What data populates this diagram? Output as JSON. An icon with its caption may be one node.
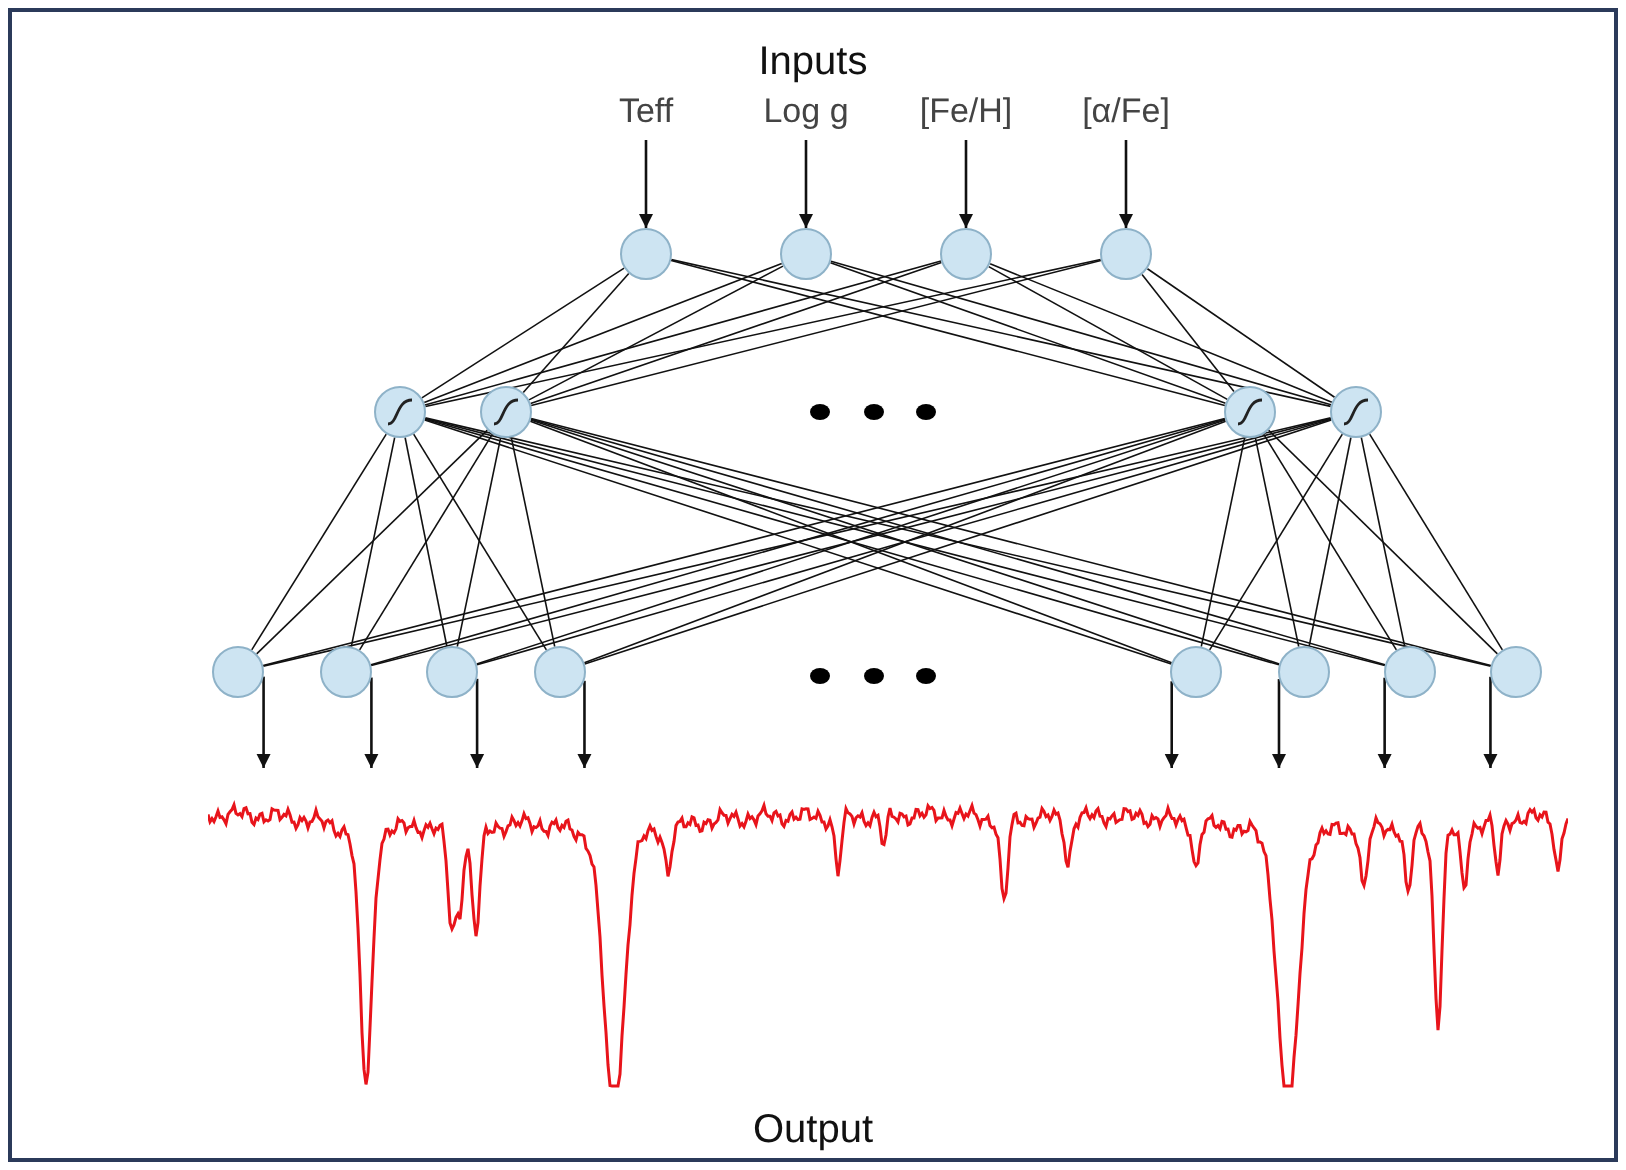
{
  "diagram": {
    "title": "Inputs",
    "caption": "Output",
    "nodes": [
      {
        "text": [
          "Teff"
        ]
      },
      {
        "text": [
          "Log g"
        ]
      },
      {
        "text": [
          "[Fe/H]"
        ]
      },
      {
        "text": [
          "[α/Fe]"
        ]
      },
      {
        "text": [],
        "shape": "circle"
      },
      {
        "text": [],
        "shape": "circle"
      },
      {
        "text": [],
        "shape": "circle"
      },
      {
        "text": [],
        "shape": "circle"
      },
      {
        "text": [],
        "shape": "circle"
      },
      {
        "text": [],
        "shape": "circle"
      },
      {
        "text": [],
        "shape": "circle"
      },
      {
        "text": [],
        "shape": "circle"
      },
      {
        "text": [],
        "shape": "circle"
      },
      {
        "text": [],
        "shape": "circle"
      },
      {
        "text": [],
        "shape": "circle"
      },
      {
        "text": [],
        "shape": "circle"
      },
      {
        "text": [],
        "shape": "circle"
      },
      {
        "text": [],
        "shape": "circle"
      },
      {
        "text": [],
        "shape": "circle"
      },
      {
        "text": [],
        "shape": "circle"
      },
      {
        "text": [],
        "shape": "picture"
      }
    ],
    "edges": [
      {
        "from": 0,
        "to": 4,
        "arrow": "to"
      },
      {
        "from": 1,
        "to": 5,
        "arrow": "to"
      },
      {
        "from": 2,
        "to": 6,
        "arrow": "to"
      },
      {
        "from": 3,
        "to": 7,
        "arrow": "to"
      },
      {
        "from": 4,
        "to": 8,
        "arrow": "none"
      },
      {
        "from": 4,
        "to": 9,
        "arrow": "none"
      },
      {
        "from": 4,
        "to": 10,
        "arrow": "none"
      },
      {
        "from": 4,
        "to": 11,
        "arrow": "none"
      },
      {
        "from": 5,
        "to": 8,
        "arrow": "none"
      },
      {
        "from": 5,
        "to": 9,
        "arrow": "none"
      },
      {
        "from": 5,
        "to": 10,
        "arrow": "none"
      },
      {
        "from": 5,
        "to": 11,
        "arrow": "none"
      },
      {
        "from": 6,
        "to": 8,
        "arrow": "none"
      },
      {
        "from": 6,
        "to": 9,
        "arrow": "none"
      },
      {
        "from": 6,
        "to": 10,
        "arrow": "none"
      },
      {
        "from": 6,
        "to": 11,
        "arrow": "none"
      },
      {
        "from": 7,
        "to": 8,
        "arrow": "none"
      },
      {
        "from": 7,
        "to": 9,
        "arrow": "none"
      },
      {
        "from": 7,
        "to": 10,
        "arrow": "none"
      },
      {
        "from": 7,
        "to": 11,
        "arrow": "none"
      },
      {
        "from": 8,
        "to": 12,
        "arrow": "none"
      },
      {
        "from": 8,
        "to": 13,
        "arrow": "none"
      },
      {
        "from": 8,
        "to": 14,
        "arrow": "none"
      },
      {
        "from": 8,
        "to": 15,
        "arrow": "none"
      },
      {
        "from": 8,
        "to": 16,
        "arrow": "none"
      },
      {
        "from": 8,
        "to": 17,
        "arrow": "none"
      },
      {
        "from": 8,
        "to": 18,
        "arrow": "none"
      },
      {
        "from": 8,
        "to": 19,
        "arrow": "none"
      },
      {
        "from": 9,
        "to": 12,
        "arrow": "none"
      },
      {
        "from": 9,
        "to": 13,
        "arrow": "none"
      },
      {
        "from": 9,
        "to": 14,
        "arrow": "none"
      },
      {
        "from": 9,
        "to": 15,
        "arrow": "none"
      },
      {
        "from": 9,
        "to": 16,
        "arrow": "none"
      },
      {
        "from": 9,
        "to": 17,
        "arrow": "none"
      },
      {
        "from": 9,
        "to": 18,
        "arrow": "none"
      },
      {
        "from": 9,
        "to": 19,
        "arrow": "none"
      },
      {
        "from": 10,
        "to": 12,
        "arrow": "none"
      },
      {
        "from": 10,
        "to": 13,
        "arrow": "none"
      },
      {
        "from": 10,
        "to": 14,
        "arrow": "none"
      },
      {
        "from": 10,
        "to": 15,
        "arrow": "none"
      },
      {
        "from": 10,
        "to": 16,
        "arrow": "none"
      },
      {
        "from": 10,
        "to": 17,
        "arrow": "none"
      },
      {
        "from": 10,
        "to": 18,
        "arrow": "none"
      },
      {
        "from": 10,
        "to": 19,
        "arrow": "none"
      },
      {
        "from": 11,
        "to": 12,
        "arrow": "none"
      },
      {
        "from": 11,
        "to": 13,
        "arrow": "none"
      },
      {
        "from": 11,
        "to": 14,
        "arrow": "none"
      },
      {
        "from": 11,
        "to": 15,
        "arrow": "none"
      },
      {
        "from": 11,
        "to": 16,
        "arrow": "none"
      },
      {
        "from": 11,
        "to": 17,
        "arrow": "none"
      },
      {
        "from": 11,
        "to": 18,
        "arrow": "none"
      },
      {
        "from": 11,
        "to": 19,
        "arrow": "none"
      },
      {
        "from": 12,
        "to": 20,
        "arrow": "to"
      },
      {
        "from": 13,
        "to": 20,
        "arrow": "to"
      },
      {
        "from": 14,
        "to": 20,
        "arrow": "to"
      },
      {
        "from": 15,
        "to": 20,
        "arrow": "to"
      },
      {
        "from": 16,
        "to": 20,
        "arrow": "to"
      },
      {
        "from": 17,
        "to": 20,
        "arrow": "to"
      },
      {
        "from": 18,
        "to": 20,
        "arrow": "to"
      },
      {
        "from": 19,
        "to": 20,
        "arrow": "to"
      }
    ]
  }
}
